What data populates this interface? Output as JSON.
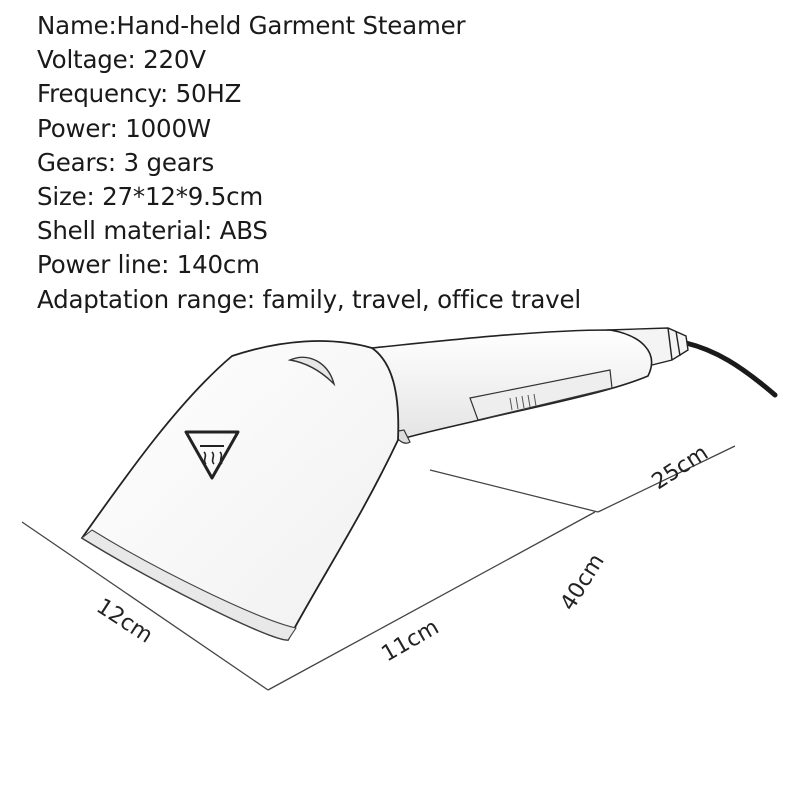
{
  "specs": [
    "Name:Hand-held Garment Steamer",
    "Voltage: 220V",
    "Frequency: 50HZ",
    "Power: 1000W",
    "Gears: 3 gears",
    "Size: 27*12*9.5cm",
    "Shell material: ABS",
    "Power line: 140cm",
    "Adaptation range: family, travel, office travel"
  ],
  "dimensions": {
    "length": "25cm",
    "cord": "40cm",
    "width": "12cm",
    "depth": "11cm"
  },
  "colors": {
    "text": "#1a1a1a",
    "outline": "#222222",
    "body": "#ffffff"
  }
}
